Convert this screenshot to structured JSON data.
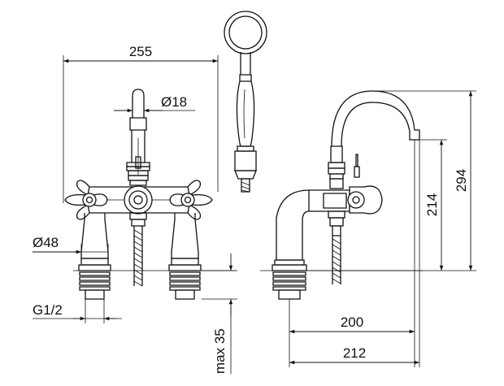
{
  "dimensions": {
    "width_total": "255",
    "spout_diameter": "Ø18",
    "base_diameter": "Ø48",
    "thread": "G1/2",
    "max_depth": "max 35",
    "spout_height": "214",
    "total_height": "294",
    "projection_a": "200",
    "projection_b": "212"
  },
  "colors": {
    "line": "#111111",
    "background": "#ffffff"
  }
}
